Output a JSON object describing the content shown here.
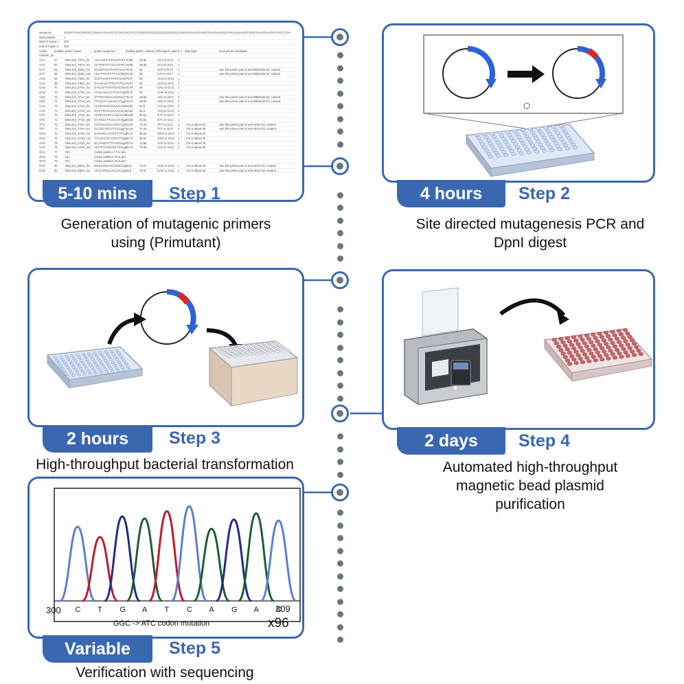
{
  "steps": [
    {
      "time": "5-10 mins",
      "name": "Step 1",
      "caption_lines": [
        "Generation of mutagenic primers",
        "using (Primutant)"
      ]
    },
    {
      "time": "4 hours",
      "name": "Step 2",
      "caption_lines": [
        "Site directed mutagenesis PCR and",
        "DpnI digest"
      ]
    },
    {
      "time": "2 hours",
      "name": "Step 3",
      "caption_lines": [
        "High-throughput bacterial transformation"
      ]
    },
    {
      "time": "2 days",
      "name": "Step 4",
      "caption_lines": [
        "Automated high-throughput",
        "magnetic bead plasmid",
        "purification"
      ]
    },
    {
      "time": "Variable",
      "name": "Step 5",
      "caption_lines": [
        "Verification with sequencing"
      ]
    }
  ],
  "spreadsheet": {
    "header_lines": [
      [
        "sequence",
        "ATGGCTAACGPGGCTGACACGAAGCTCTACGACATCCTGGGCGTCCCGCCCGGCGCCAGCGAGAACGAGCTGAAGAAGGCATACAGAAAGTTAGCCAAGGAATATCATCCTGATAAGAATCCAAATGCP"
      ],
      [
        "start position",
        "1"
      ],
      [
        "start of region t",
        "200"
      ],
      [
        "end of region ti",
        "300"
      ]
    ],
    "columns": [
      "codon",
      "position",
      "primer name",
      "primer sequence",
      "melting temp",
      "GC content (%)",
      "Changed codon",
      "# o",
      "Warnings",
      "",
      "",
      "local primer candidate"
    ],
    "rows": [
      [
        "Custom_Scan",
        "",
        "",
        "",
        "",
        "",
        "",
        "",
        "",
        "",
        "",
        ""
      ],
      [
        "ACA",
        "67",
        "DNAJA2_T67A_for",
        "AGAAGCCTGAAGTATA",
        "78.89",
        "48.65",
        "ACA to GCA,",
        "1",
        "",
        "",
        "",
        ""
      ],
      [
        "ACA",
        "67",
        "DNAJA2_T67A_rev",
        "CCTTGCTCTCCGTATCG",
        "78.89",
        "48.65",
        "ACA to GCA,",
        "1",
        "",
        "",
        "",
        ""
      ],
      [
        "GAT",
        "68",
        "DNAJA2_D68A_for",
        "GCGRGAGTTATATGACG",
        "78.16",
        "50",
        "GAT to GCT,",
        "1",
        "",
        "",
        "",
        "Use this primer pair to test MEDIUM GC content"
      ],
      [
        "GAT",
        "68",
        "DNAJA2_D68A_rev",
        "AGCTTGCTCTCCGTagCE",
        "78.16",
        "50",
        "GAT to GCT,",
        "1",
        "",
        "",
        "",
        "Use this primer pair to test MEDIUM GC content"
      ],
      [
        "ACG",
        "69",
        "DNAJA2_T69A_for",
        "GCGTGAGTTATATGAGG",
        "79.07",
        "50",
        "ACG to GCG,",
        "1",
        "",
        "",
        "",
        ""
      ],
      [
        "ACG",
        "69",
        "DNAJA2_T69A_rev",
        "GAAGACCTTGCTCTCcg",
        "79.07",
        "50",
        "ACG to GCG,",
        "1",
        "",
        "",
        "",
        ""
      ],
      [
        "GAG",
        "70",
        "DNAJA2_E70A_for",
        "GTGAGTTATATGACGGc",
        "78.76",
        "50",
        "GAG to GCG,",
        "1",
        "",
        "",
        "",
        ""
      ],
      [
        "GAG",
        "70",
        "DNAJA2_E70A_rev",
        "CCGAAGACCTTGCTcgcc",
        "78.76",
        "50",
        "GAG to GCG,",
        "1",
        "",
        "",
        "",
        ""
      ],
      [
        "AGC",
        "71",
        "DNAJA2_S71A_for",
        "GTTATATGACAGATACC",
        "78.74",
        "48.65",
        "AGC to GCC,",
        "2",
        "",
        "",
        "",
        "Use this primer pair to test MEDIUM GC content"
      ],
      [
        "AGC",
        "71",
        "DNAJA2_S71A_rev",
        "TTCCCGAAGACCTTggc",
        "78.74",
        "48.65",
        "AGC to GCC,",
        "2",
        "",
        "",
        "",
        "Use this primer pair to test MEDIUM GC content"
      ],
      [
        "AAG",
        "72",
        "DNAJA2_K72A_for",
        "ACAGATACCGGAGAGCg",
        "83.63",
        "62.5",
        "AAG to GCG,",
        "2",
        "",
        "",
        "",
        ""
      ],
      [
        "AAG",
        "72",
        "DNAJA2_K72A_rev",
        "GCCTTCCCCGAAGACcgc",
        "83.63",
        "62.5",
        "AAG to GCG,",
        "2",
        "",
        "",
        "",
        ""
      ],
      [
        "GTC",
        "73",
        "DNAJA2_V73A_for",
        "AGATACCGCAAGCAAG",
        "83.59",
        "60.61",
        "GTC to GCC,",
        "1",
        "",
        "",
        "",
        ""
      ],
      [
        "GTC",
        "73",
        "DNAJA2_V73A_rev",
        "GCTGCCTTCCCGAAggc",
        "83.59",
        "60.61",
        "GTC to GCC,",
        "1",
        "",
        "",
        "",
        ""
      ],
      [
        "TTC",
        "74",
        "DNAJA2_F74A_for",
        "CCGAGAGCAAGGTCgcc",
        "84.24",
        "74.19",
        "TTC to GCC,",
        "2",
        ", Tm is above 85",
        "",
        "",
        "Use this primer pair to test HIGH GC content"
      ],
      [
        "TTC",
        "74",
        "DNAJA2_F74A_rev",
        "GCCGCTGCCTTCCggc",
        "84.24",
        "74.19",
        "TTC to GCC,",
        "2",
        ", Tm is above 85",
        "",
        "",
        "Use this primer pair to test HIGH GC content"
      ],
      [
        "GGG",
        "75",
        "DNAJA2_G75A_for",
        "GAGAGCAAGGTCTTCgc",
        "85.72",
        "65.62",
        "GGG to GCG,",
        "1",
        ", Tm is above 85",
        "",
        "",
        ""
      ],
      [
        "GGG",
        "75",
        "DNAJA2_G75A_rev",
        "TCCGCCGCTGCCTTcgc",
        "85.72",
        "65.62",
        "GGG to GCG,",
        "1",
        ", Tm is above 85",
        "",
        "",
        ""
      ],
      [
        "AAG",
        "76",
        "DNAJA2_K76A_for",
        "GCAAGGTCTTCGGGgcg",
        "89.72",
        "74.59",
        "AAG to GCG,",
        "2",
        ", Tm is above 85",
        "",
        "",
        ""
      ],
      [
        "AAG",
        "76",
        "DNAJA2_K76A_rev",
        "ACCTCCGCCGCTGCcgc",
        "89.72",
        "74.59",
        "AAG to GCG,",
        "2",
        ", Tm is above 85",
        "",
        "",
        ""
      ],
      [
        "GCA",
        "77",
        "N/A",
        "Codon position 77 is already A.",
        "",
        "",
        "",
        "",
        "",
        "",
        "",
        ""
      ],
      [
        "GGG",
        "78",
        "N/A",
        "Codon position 78 is already A.",
        "",
        "",
        "",
        "",
        "",
        "",
        "",
        ""
      ],
      [
        "GCG",
        "79",
        "N/A",
        "Codon position 79 is already A.",
        "",
        "",
        "",
        "",
        "",
        "",
        "",
        ""
      ],
      [
        "GAG",
        "80",
        "DNAJA2_E80A_for",
        "GGAAGGCAGCGGCGgc",
        "88.8",
        "70.97",
        "GAG to GCG,",
        "1",
        ", Tm is above 85",
        "",
        "",
        "Use this primer pair to test HIGH GC content"
      ],
      [
        "GAG",
        "80",
        "DNAJA2_E80A_rev",
        "ATCCATGCCACCACcgcl",
        "88.8",
        "70.97",
        "GAG to GCG,",
        "1",
        ", Tm is above 85",
        "",
        "",
        "Use this primer pair to test HIGH GC content"
      ]
    ]
  },
  "chromatogram": {
    "start_label": "300",
    "end_label": "309",
    "bases": [
      "C",
      "T",
      "G",
      "A",
      "T",
      "C",
      "A",
      "G",
      "A",
      "C"
    ],
    "mutation_label": "GGC -> ATC codon mutation",
    "multiplier": "x96",
    "base_colors": {
      "C": "#5b7fd1",
      "T": "#c0182a",
      "G": "#1e2a8a",
      "A": "#1c5e30"
    }
  },
  "colors": {
    "accent": "#3a68b0",
    "arrow": "#2d62d6",
    "mutation": "#d42a2a",
    "plate_blue": "#c9d9f0",
    "plate_red": "#c9666a"
  }
}
